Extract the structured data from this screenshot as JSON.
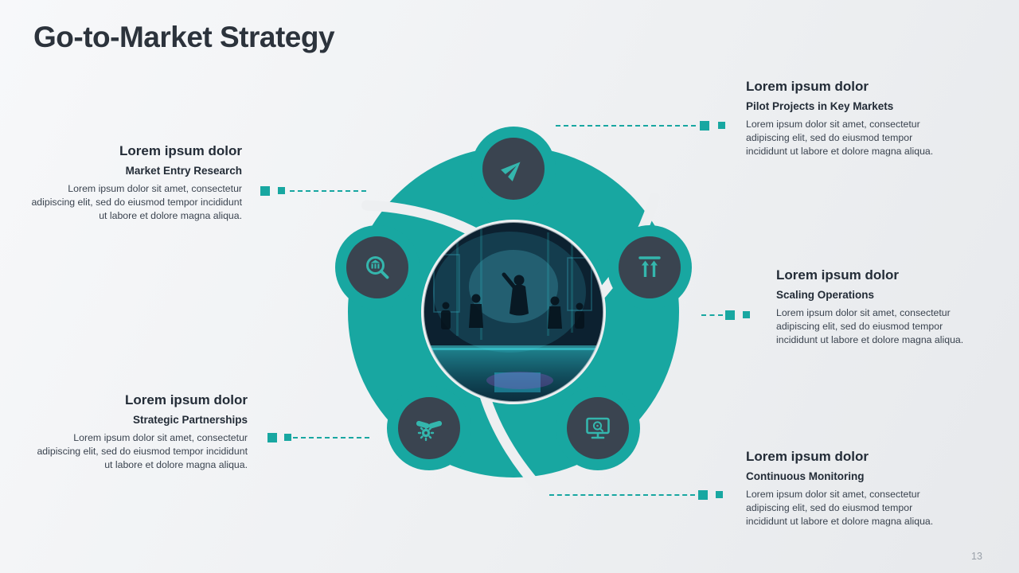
{
  "slide": {
    "title": "Go-to-Market Strategy",
    "page_number": "13"
  },
  "colors": {
    "teal_accent": "#18A7A1",
    "dark_circle": "#3A4450",
    "icon_teal": "#34B6AD",
    "heading_text": "#232C37",
    "body_text": "#3A434F",
    "background": "#EEF0F2"
  },
  "steps": [
    {
      "heading": "Lorem ipsum dolor",
      "subheading": "Market Entry Research",
      "body": "Lorem ipsum dolor sit amet, consectetur adipiscing elit, sed do eiusmod tempor incididunt ut labore et dolore magna aliqua.",
      "icon": "magnifier-building-icon",
      "position": "left"
    },
    {
      "heading": "Lorem ipsum dolor",
      "subheading": "Pilot Projects in Key Markets",
      "body": "Lorem ipsum dolor sit amet, consectetur adipiscing elit, sed do eiusmod tempor incididunt ut labore et dolore magna aliqua.",
      "icon": "airplane-icon",
      "position": "top-right"
    },
    {
      "heading": "Lorem ipsum dolor",
      "subheading": "Scaling Operations",
      "body": "Lorem ipsum dolor sit amet, consectetur adipiscing elit, sed do eiusmod tempor incididunt ut labore et dolore magna aliqua.",
      "icon": "scale-up-arrows-icon",
      "position": "right"
    },
    {
      "heading": "Lorem ipsum dolor",
      "subheading": "Strategic Partnerships",
      "body": "Lorem ipsum dolor sit amet, consectetur adipiscing elit, sed do eiusmod tempor incididunt ut labore et dolore magna aliqua.",
      "icon": "handshake-gear-icon",
      "position": "bottom-left"
    },
    {
      "heading": "Lorem ipsum dolor",
      "subheading": "Continuous Monitoring",
      "body": "Lorem ipsum dolor sit amet, consectetur adipiscing elit, sed do eiusmod tempor incididunt ut labore et dolore magna aliqua.",
      "icon": "monitor-target-icon",
      "position": "bottom-right"
    }
  ]
}
